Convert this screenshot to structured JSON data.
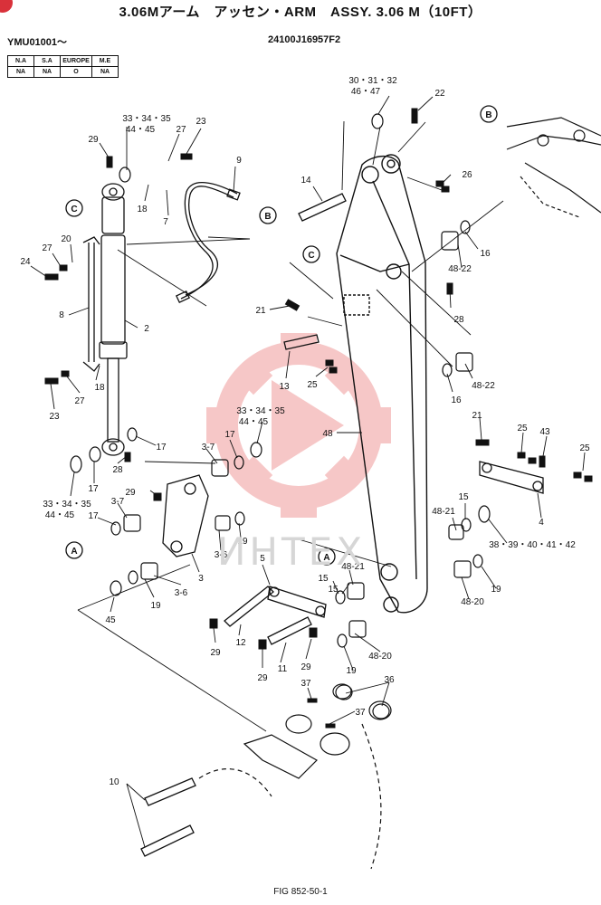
{
  "header": {
    "title": "3.06Mアーム　アッセン・ARM　ASSY. 3.06 M（10FT）",
    "serial_from": "YMU01001〜",
    "part_number": "24100J16957F2"
  },
  "region_table": {
    "headers": [
      "N.A",
      "S.A",
      "EUROPE",
      "M.E"
    ],
    "values": [
      "NA",
      "NA",
      "O",
      "NA"
    ]
  },
  "watermark": {
    "text": "ИНТЕХ",
    "color": "#e03a3a"
  },
  "callouts": {
    "b_top": "B",
    "b_hose": "B",
    "c_left": "C",
    "c_mid": "C",
    "a_left": "A",
    "a_mid": "A"
  },
  "labels": {
    "p30": "30・31・32",
    "p46": "46・47",
    "p22": "22",
    "p26": "26",
    "p14": "14",
    "p16a": "16",
    "p48_22a": "48-22",
    "p28a": "28",
    "p21a": "21",
    "p13": "13",
    "p25a": "25",
    "p16b": "16",
    "p48_22b": "48-22",
    "p48": "48",
    "p21b": "21",
    "p25b": "25",
    "p43": "43",
    "p25c": "25",
    "p4": "4",
    "p48_21a": "48-21",
    "p15a": "15",
    "p38": "38・39・40・41・42",
    "p48_21b": "48-21",
    "p15b": "15",
    "p19a": "19",
    "p48_20a": "48-20",
    "p48_20b": "48-20",
    "p19b": "19",
    "p36": "36",
    "p37a": "37",
    "p37b": "37",
    "p33a": "33・34・35",
    "p44a": "44・45",
    "p27a": "27",
    "p23a": "23",
    "p29a": "29",
    "p9": "9",
    "p18a": "18",
    "p7": "7",
    "p20": "20",
    "p27b": "27",
    "p24": "24",
    "p8": "8",
    "p2": "2",
    "p27c": "27",
    "p18b": "18",
    "p23b": "23",
    "p33b": "33・34・35",
    "p44b": "44・45",
    "p3_7a": "3-7",
    "p17a": "17",
    "p17b": "17",
    "p17c": "17",
    "p28b": "28",
    "p33c": "33・34・35",
    "p44c": "44・45",
    "p29b": "29",
    "p3_7b": "3-7",
    "p17d": "17",
    "p19c": "19",
    "p3_6a": "3-6",
    "p3": "3",
    "p5": "5",
    "p45": "45",
    "p19d": "19",
    "p3_6b": "3-6",
    "p15c": "15",
    "p29c": "29",
    "p12": "12",
    "p29d": "29",
    "p11": "11",
    "p29e": "29",
    "p10": "10"
  },
  "footer": {
    "figure": "FIG 852-50-1"
  }
}
